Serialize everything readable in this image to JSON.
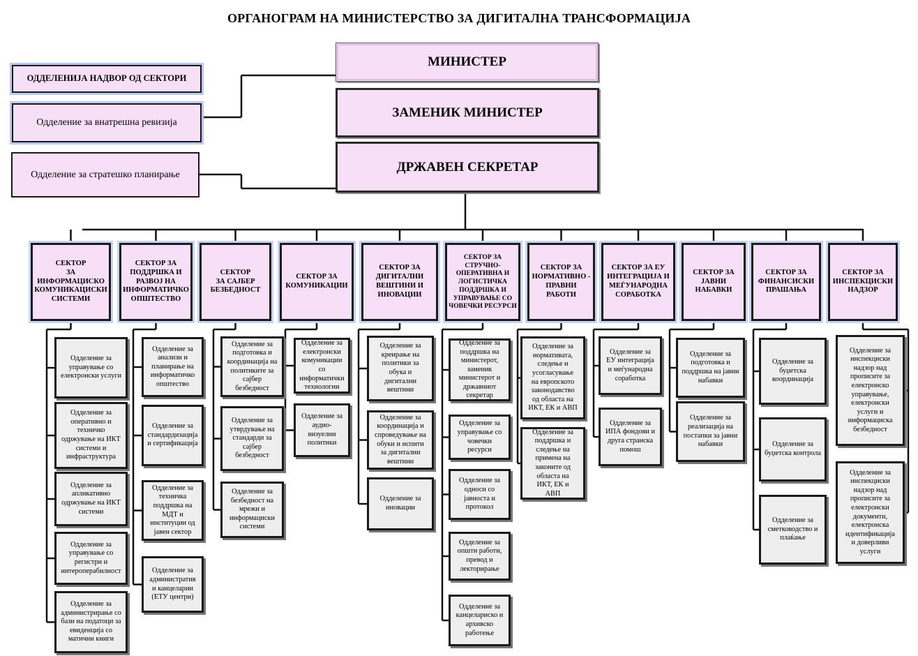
{
  "title": "ОРГАНОГРАМ НА МИНИСТЕРСТВО ЗА ДИГИТАЛНА ТРАНСФОРМАЦИЈА",
  "top": {
    "minister": "МИНИСТЕР",
    "deputy": "ЗАМЕНИК МИНИСТЕР",
    "secretary": "ДРЖАВЕН СЕКРЕТАР"
  },
  "left": {
    "heading": "ОДДЕЛЕНИЈА НАДВОР ОД СЕКТОРИ",
    "audit": "Одделение за внатрешна ревизија",
    "planning": "Одделение за стратешко планирање"
  },
  "sectors": [
    {
      "name": "СЕКТОР\nЗА\nИНФОРМАЦИСКО\nКОМУНИКАЦИСКИ\nСИСТЕМИ",
      "depts": [
        "Одделение за\nуправување со\nелектронски услуги",
        "Одделение за\nоперативно и\nтехничко\nодржување на ИКТ\nсистеми и\nинфраструктура",
        "Одделение за\nапликативно\nодржување на ИКТ\nсистеми",
        "Одделение за\nуправување со\nрегистри и\nинтероперабилност",
        "Одделение за\nадминистрирање со\nбази на податоци за\nевиденција со\nматични книги"
      ]
    },
    {
      "name": "СЕКТОР ЗА\nПОДДРШКА И\nРАЗВОЈ НА\nИНФОРМАТИЧКО\nОПШТЕСТВО",
      "depts": [
        "Одделение за\nанализи и\nпланирање на\nинформатичко\nопштество",
        "Одделение за\nстандардизација\nи сертификација",
        "Одделение за\nтехничка\nподдршка на\nМДТ и\nинституции од\nјавен сектор",
        "Одделение за\nадминистратив\nи канцеларии\n(ЕТУ центри)"
      ]
    },
    {
      "name": "СЕКТОР\nЗА САЈБЕР\nБЕЗБЕДНОСТ",
      "depts": [
        "Одделение за\nподготовка и\nкоординација на\nполитиките за\nсајбер\nбезбедност",
        "Одделение за\nутврдување на\nстандарди за\nсајбер\nбезбедност",
        "Одделение за\nбезбедност на\nмрежи и\nинформациски\nсистеми"
      ]
    },
    {
      "name": "СЕКТОР ЗА\nКОМУНИКАЦИИ",
      "depts": [
        "Одделение за\nелектронски\nкомуникации\nсо\nинформатички\nтехнологии",
        "Одделение за\nаудио-\nвизуелни\nполитики"
      ]
    },
    {
      "name": "СЕКТОР ЗА\nДИГИТАЛНИ\nВЕШТИНИ И\nИНОВАЦИИ",
      "depts": [
        "Одделение за\nкреирање на\nполитики за\nобука и\nдигитални\nвештини",
        "Одделение за\nкоординација и\nспроведување на\nобуки и испити\nза дигитални\nвештини",
        "Одделение за\nиновации"
      ]
    },
    {
      "name": "СЕКТОР ЗА\nСТРУЧНО-\nОПЕРАТИВНА И\nЛОГИСТИЧКА\nПОДДРШКА И\nУПРАВУВАЊЕ СО\nЧОВЕЧКИ РЕСУРСИ",
      "depts": [
        "Одделение за\nподдршка на\nминистерот,\nзаменик\nминистерот и\nдржавниот\nсекретар",
        "Одделение за\nуправување со\nчовечки\nресурси",
        "Одделение за\nодноси со\nјавноста и\nпротокол",
        "Одделение за\nопшти работи,\nпревод и\nлекторирање",
        "Одделение за\nканцелариско и\nархивско\nработење"
      ]
    },
    {
      "name": "СЕКТОР ЗА\nНОРМАТИВНО -\nПРАВНИ\nРАБОТИ",
      "depts": [
        "Одделение за\nнормативата,\nследење и\nусогласување\nна европското\nзаконодавство\nод областа на\nИКТ, ЕК и АВП",
        "Одделение за\nподдршка и\nследење на\nпримена на\nзаконите од\nобласта на\nИКТ, ЕК и\nАВП"
      ]
    },
    {
      "name": "СЕКТОР ЗА ЕУ\nИНТЕГРАЦИЈА И\nМЕЃУНАРОДНА\nСОРАБОТКА",
      "depts": [
        "Одделение за\nЕУ интеграција\nи меѓународна\nсоработка",
        "Одделение за\nИПА фондови и\nдруга странска\nпомош"
      ]
    },
    {
      "name": "СЕКТОР ЗА\nЈАВНИ\nНАБАВКИ",
      "depts": [
        "Одделение за\nподготовка и\nподдршка на јавни\nнабавки",
        "Одделение за\nреализација на\nпостапки за јавни\nнабавки"
      ]
    },
    {
      "name": "СЕКТОР ЗА\nФИНАНСИСКИ\nПРАШАЊА",
      "depts": [
        "Одделение за\nбуџетска\nкоординација",
        "Одделение за\nбуџетска контрола",
        "Одделение за\nсметководство и\nплаќање"
      ]
    },
    {
      "name": "СЕКТОР ЗА\nИНСПЕКЦИСКИ\nНАДЗОР",
      "depts": [
        "Одделение за\nинспекциски\nнадзор над\nпрописите за\nелектронско\nуправување,\nелектронски\nуслуги и\nинформациска\nбезбедност",
        "Одделение за\nинспекциски\nнадзор над\nпрописите за\nелектронски\nдокументи,\nелектронска\nидентификација\nи доверливи\nуслуги"
      ]
    }
  ]
}
